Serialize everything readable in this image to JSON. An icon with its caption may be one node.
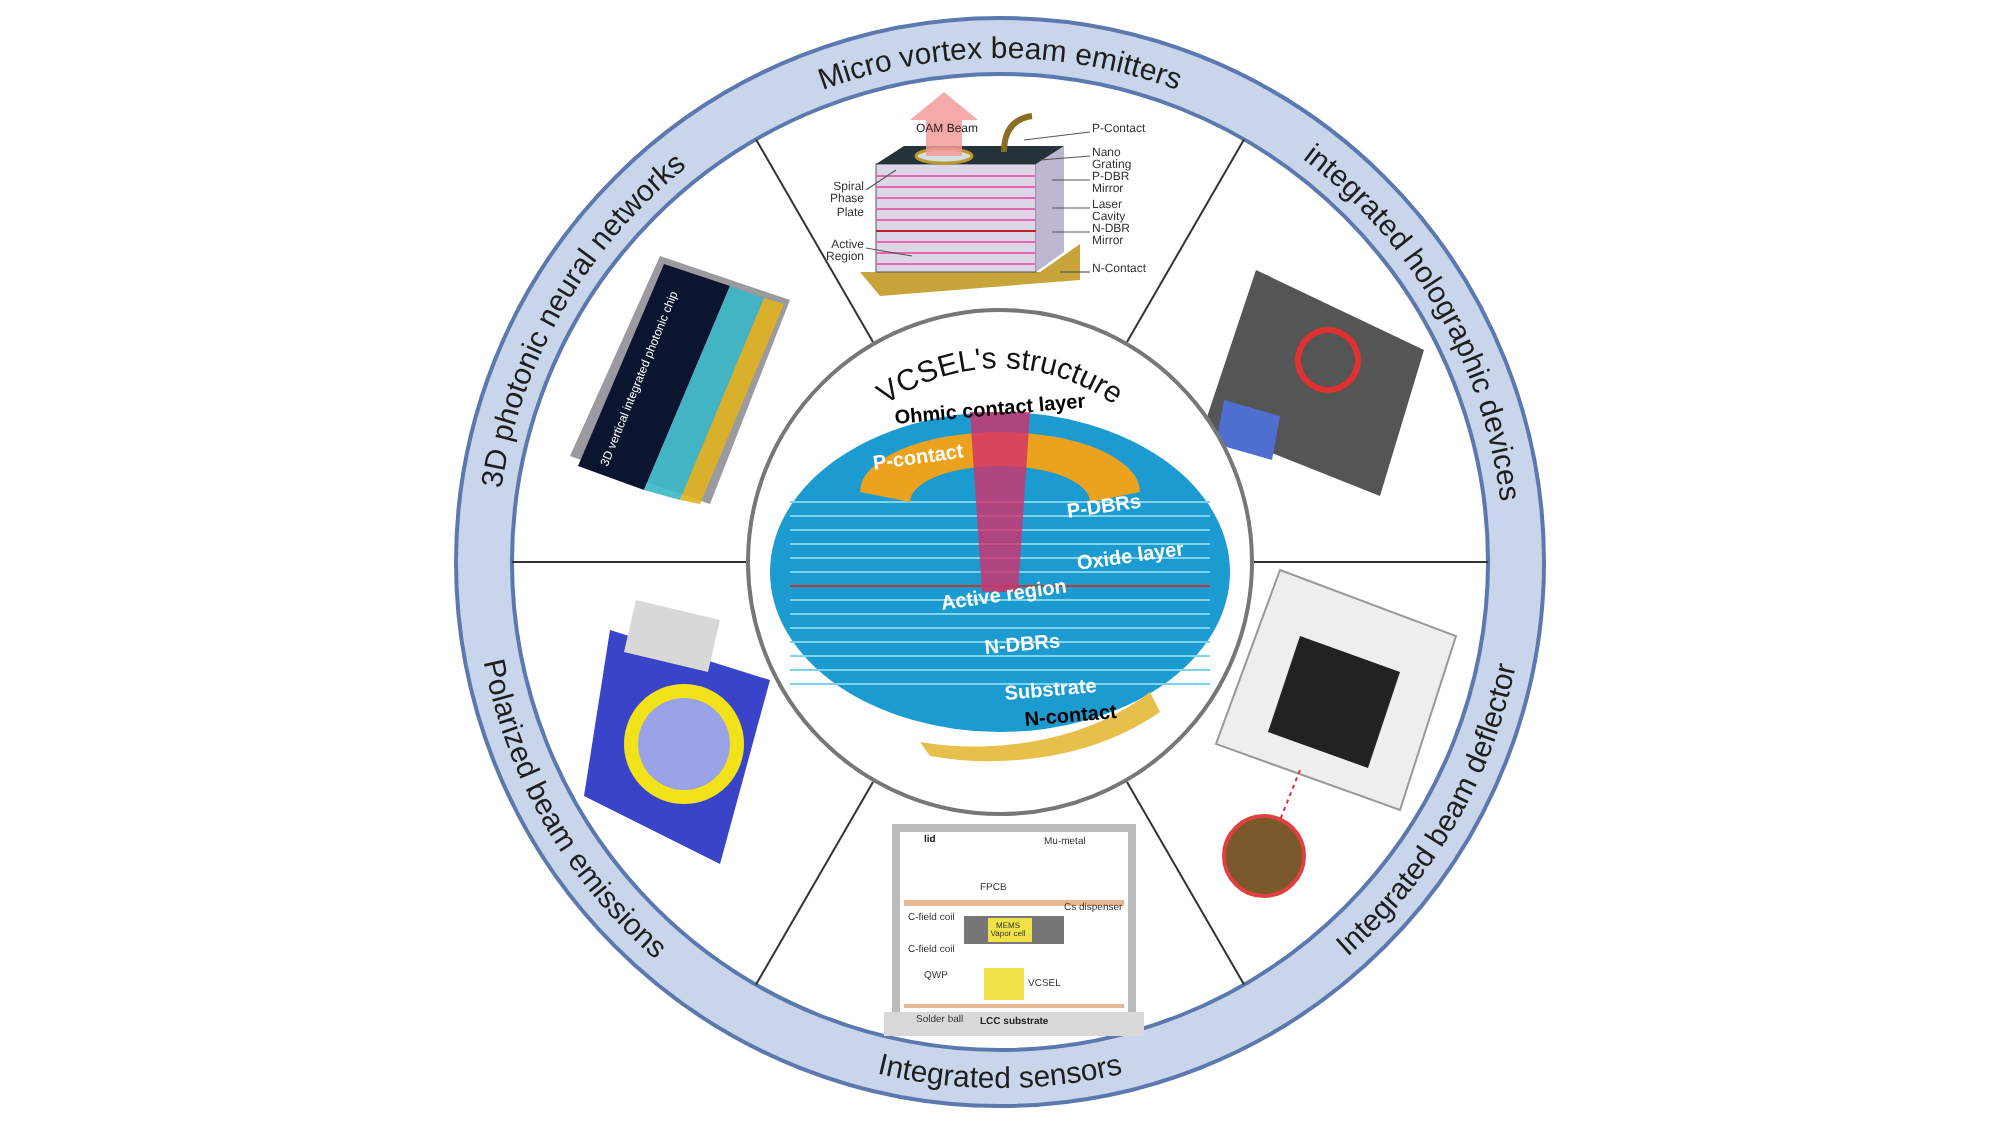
{
  "diagram": {
    "nodes": [
      {
        "text": [
          "Micro vortex beam emitters"
        ]
      },
      {
        "text": [
          "integrated holographic devices"
        ]
      },
      {
        "text": [
          "Integrated beam deflector"
        ]
      },
      {
        "text": [
          "Integrated sensors"
        ]
      },
      {
        "text": [
          "Polarized beam emissions"
        ]
      },
      {
        "text": [
          "3D photonic neural networks"
        ]
      },
      {
        "text": [
          "VCSEL's structure"
        ]
      },
      {
        "text": [
          "P-Contact"
        ]
      },
      {
        "text": [
          "Nano Grating"
        ]
      },
      {
        "text": [
          "P-DBR Mirror"
        ]
      },
      {
        "text": [
          "Laser Cavity"
        ]
      },
      {
        "text": [
          "N-DBR Mirror"
        ]
      },
      {
        "text": [
          "N-Contact"
        ]
      },
      {
        "text": [
          "Spiral Phase Plate"
        ]
      },
      {
        "text": [
          "Active Region"
        ]
      }
    ],
    "edges": [
      {
        "from": 7,
        "to": null,
        "arrow": "none"
      },
      {
        "from": 8,
        "to": null,
        "arrow": "none"
      },
      {
        "from": 9,
        "to": null,
        "arrow": "none"
      },
      {
        "from": 10,
        "to": null,
        "arrow": "none"
      },
      {
        "from": 11,
        "to": null,
        "arrow": "none"
      },
      {
        "from": 12,
        "to": null,
        "arrow": "none"
      },
      {
        "from": 13,
        "to": null,
        "arrow": "none"
      },
      {
        "from": 14,
        "to": null,
        "arrow": "none"
      }
    ],
    "labels": [
      "OAM Beam",
      "Ohmic contact layer",
      "P-contact",
      "P-DBRs",
      "Oxide layer",
      "Active region",
      "N-DBRs",
      "Substrate",
      "N-contact",
      "3D vertical integrated photonic chip",
      "lid",
      "Mu-metal",
      "FPCB",
      "Cs dispenser",
      "C-field coil",
      "MEMS Vapor cell",
      "C-field coil",
      "QWP",
      "VCSEL",
      "Solder ball",
      "LCC substrate"
    ]
  }
}
